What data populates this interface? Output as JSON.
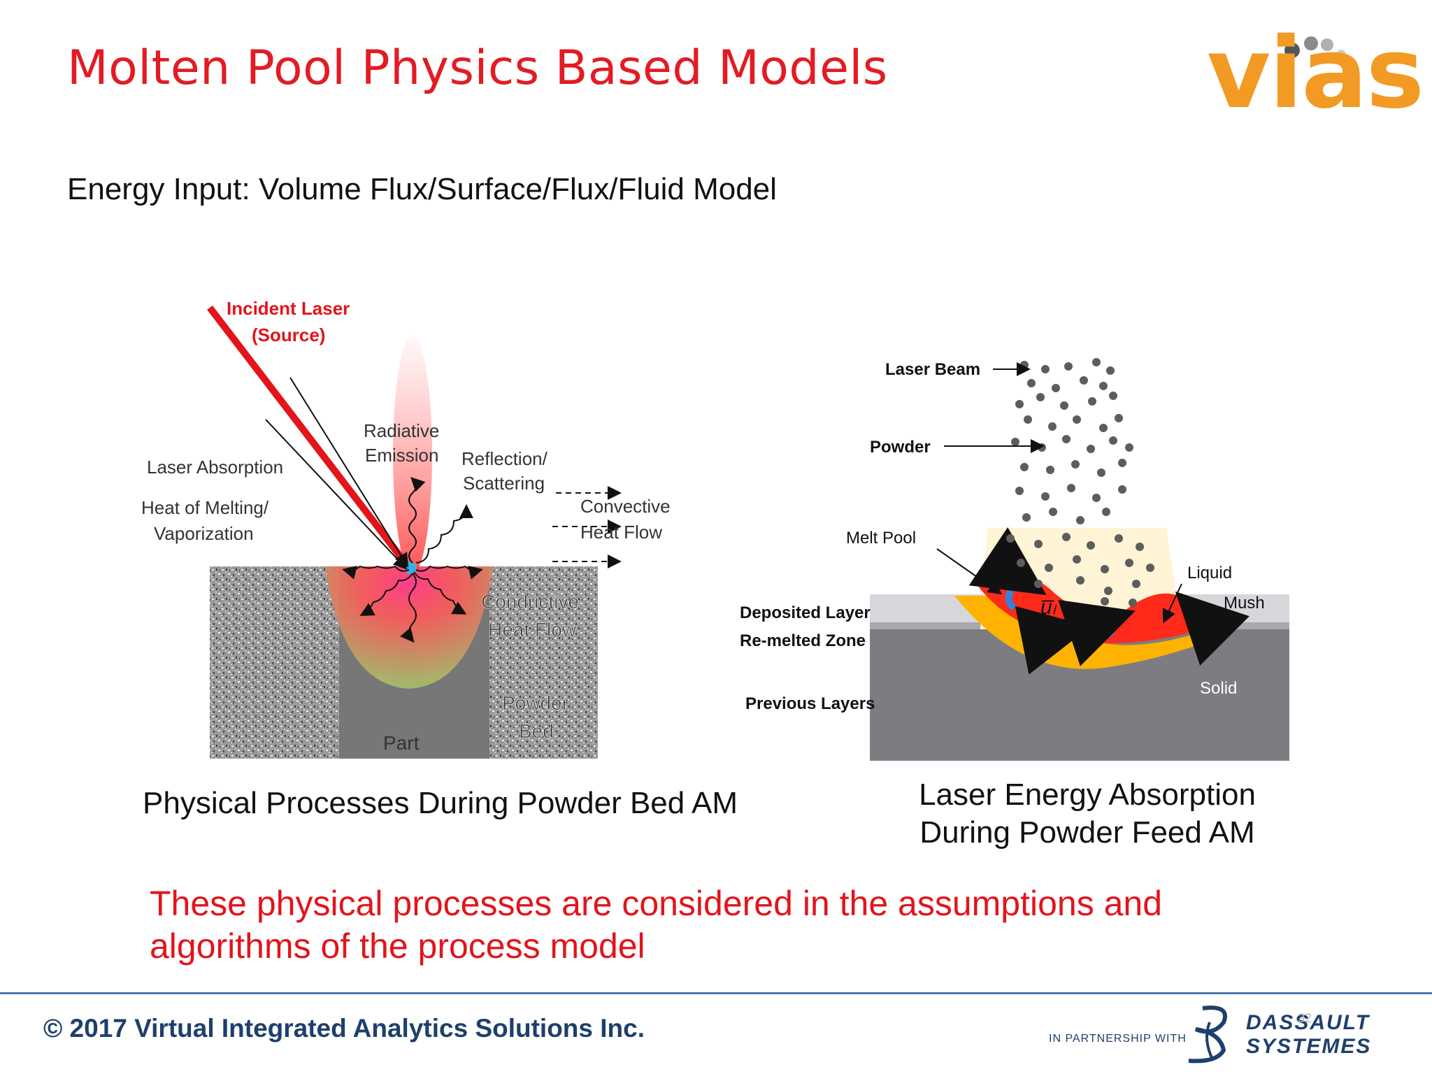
{
  "slide": {
    "title": "Molten Pool Physics Based Models",
    "subtitle": "Energy Input: Volume Flux/Surface/Flux/Fluid Model",
    "note": "These physical processes are considered in the assumptions and algorithms of the process model",
    "page_number": "32"
  },
  "logo": {
    "text": "vias",
    "color": "#f29a23"
  },
  "figure_left": {
    "caption": "Physical Processes During Powder Bed AM",
    "labels": {
      "incident_laser": "Incident Laser",
      "incident_source": "(Source)",
      "radiative": "Radiative",
      "emission": "Emission",
      "reflection": "Reflection/",
      "scattering": "Scattering",
      "laser_absorption": "Laser Absorption",
      "heat_melting": "Heat of Melting/",
      "vaporization": "Vaporization",
      "convective": "Convective",
      "heat_flow": "Heat Flow",
      "conductive": "Conductive",
      "conductive_heat_flow": "Heat Flow",
      "powder": "Powder",
      "bed": "Bed",
      "part": "Part"
    }
  },
  "figure_right": {
    "caption": "Laser Energy Absorption During Powder Feed AM",
    "labels": {
      "laser_beam": "Laser Beam",
      "powder": "Powder",
      "melt_pool": "Melt Pool",
      "liquid": "Liquid",
      "mush": "Mush",
      "deposited_layer": "Deposited Layer",
      "remelted_zone": "Re-melted Zone",
      "previous_layers": "Previous Layers",
      "solid": "Solid",
      "velocity_symbol": "u̅ₗ"
    }
  },
  "footer": {
    "copyright": "© 2017 Virtual Integrated Analytics Solutions Inc.",
    "partnership": "IN PARTNERSHIP WITH",
    "partner_line1": "DASSAULT",
    "partner_line2": "SYSTEMES"
  },
  "colors": {
    "title": "#e31b23",
    "note": "#e3141b",
    "footer_text": "#1f3f6c",
    "melt_red": "#ff2a1a",
    "mush_orange": "#ffb300"
  }
}
